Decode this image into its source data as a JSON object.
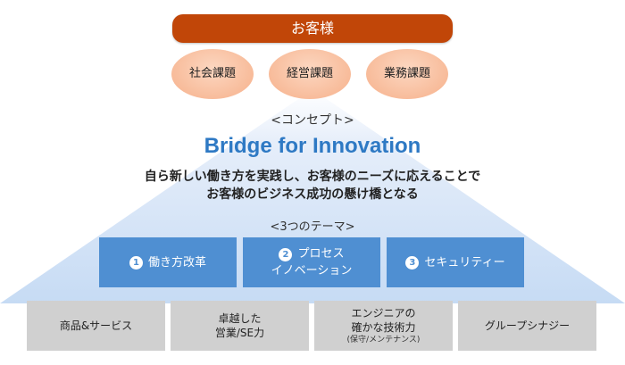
{
  "customer": {
    "label": "お客様"
  },
  "issues": [
    "社会課題",
    "経営課題",
    "業務課題"
  ],
  "concept": {
    "label": "<コンセプト>",
    "title": "Bridge for Innovation",
    "body_line1": "自ら新しい働き方を実践し、お客様のニーズに応えることで",
    "body_line2": "お客様のビジネス成功の懸け橋となる"
  },
  "themes": {
    "label": "<3つのテーマ>",
    "items": [
      {
        "num": "1",
        "line1": "働き方改革",
        "line2": ""
      },
      {
        "num": "2",
        "line1": "プロセス",
        "line2": "イノベーション"
      },
      {
        "num": "3",
        "line1": "セキュリティー",
        "line2": ""
      }
    ]
  },
  "foundations": [
    {
      "line1": "商品&サービス",
      "line2": "",
      "sub": ""
    },
    {
      "line1": "卓越した",
      "line2": "営業/SE力",
      "sub": ""
    },
    {
      "line1": "エンジニアの",
      "line2": "確かな技術力",
      "sub": "(保守/メンテナンス)"
    },
    {
      "line1": "グループシナジー",
      "line2": "",
      "sub": ""
    }
  ],
  "colors": {
    "customer_bar": "#c14608",
    "issue_fill": "#f6b08a",
    "concept_title": "#2e79c4",
    "theme_box": "#4f8fd2",
    "foundation_box": "#d0d0d0",
    "pyramid_glow": "#c9dcf5"
  }
}
